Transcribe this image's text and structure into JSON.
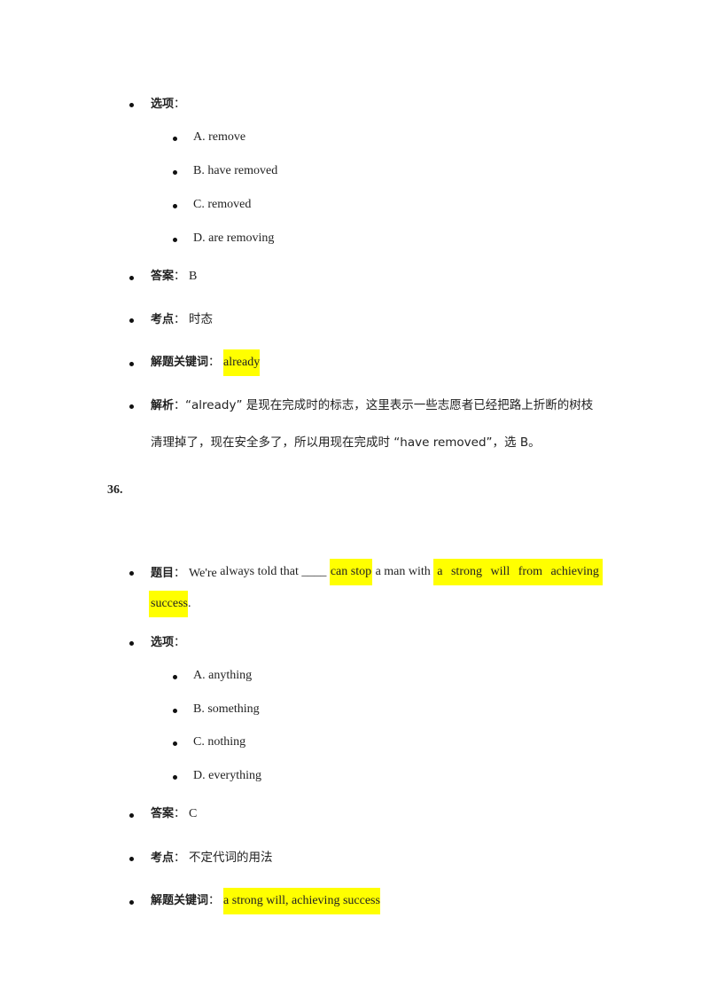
{
  "q35": {
    "options_label": "选项",
    "options": [
      "A. remove",
      "B. have removed",
      "C. removed",
      "D. are removing"
    ],
    "answer_label": "答案",
    "answer": "B",
    "point_label": "考点",
    "point": "时态",
    "keywords_label": "解题关键词",
    "keywords": "already",
    "analysis_label": "解析",
    "analysis_line1": "“already” 是现在完成时的标志，这里表示一些志愿者已经把路上折断的树枝",
    "analysis_line2": "清理掉了，现在安全多了，所以用现在完成时 “have removed”，选 B。"
  },
  "q36": {
    "number": "36.",
    "question_label": "题目",
    "question_words": [
      "We're",
      "always",
      "told",
      "that",
      "____",
      "can stop",
      "a",
      "man",
      "with",
      "a strong will from achieving"
    ],
    "question_line2_hl": "success",
    "question_line2_end": ".",
    "options_label": "选项",
    "options": [
      "A. anything",
      "B. something",
      "C. nothing",
      "D. everything"
    ],
    "answer_label": "答案",
    "answer": "C",
    "point_label": "考点",
    "point": "不定代词的用法",
    "keywords_label": "解题关键词",
    "keywords": "a strong will, achieving success"
  }
}
